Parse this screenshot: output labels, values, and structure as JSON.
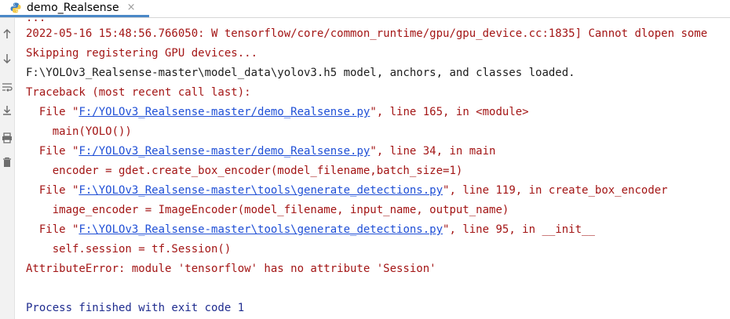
{
  "tab": {
    "title": "demo_Realsense",
    "close": "×",
    "icon": "python-file-icon"
  },
  "gutter_icons": [
    "arrow-up-icon",
    "arrow-down-icon",
    "soft-wrap-icon",
    "scroll-to-end-icon",
    "print-icon",
    "trash-icon"
  ],
  "colors": {
    "error_text": "#a31515",
    "link": "#1f4fd6",
    "stdout": "#1c1c1c",
    "process": "#1f2c8f"
  },
  "console": {
    "partial_top": "...",
    "l1": "2022-05-16 15:48:56.766050: W tensorflow/core/common_runtime/gpu/gpu_device.cc:1835] Cannot dlopen some",
    "l2": "Skipping registering GPU devices...",
    "l3": "F:\\YOLOv3_Realsense-master\\model_data\\yolov3.h5 model, anchors, and classes loaded.",
    "l4": "Traceback (most recent call last):",
    "f1": {
      "pre": "  File \"",
      "link": "F:/YOLOv3_Realsense-master/demo_Realsense.py",
      "post": "\", line 165, in <module>"
    },
    "c1": "    main(YOLO())",
    "f2": {
      "pre": "  File \"",
      "link": "F:/YOLOv3_Realsense-master/demo_Realsense.py",
      "post": "\", line 34, in main"
    },
    "c2": "    encoder = gdet.create_box_encoder(model_filename,batch_size=1)",
    "f3": {
      "pre": "  File \"",
      "link": "F:\\YOLOv3_Realsense-master\\tools\\generate_detections.py",
      "post": "\", line 119, in create_box_encoder"
    },
    "c3": "    image_encoder = ImageEncoder(model_filename, input_name, output_name)",
    "f4": {
      "pre": "  File \"",
      "link": "F:\\YOLOv3_Realsense-master\\tools\\generate_detections.py",
      "post": "\", line 95, in __init__"
    },
    "c4": "    self.session = tf.Session()",
    "err": "AttributeError: module 'tensorflow' has no attribute 'Session'",
    "exit": "Process finished with exit code 1"
  }
}
